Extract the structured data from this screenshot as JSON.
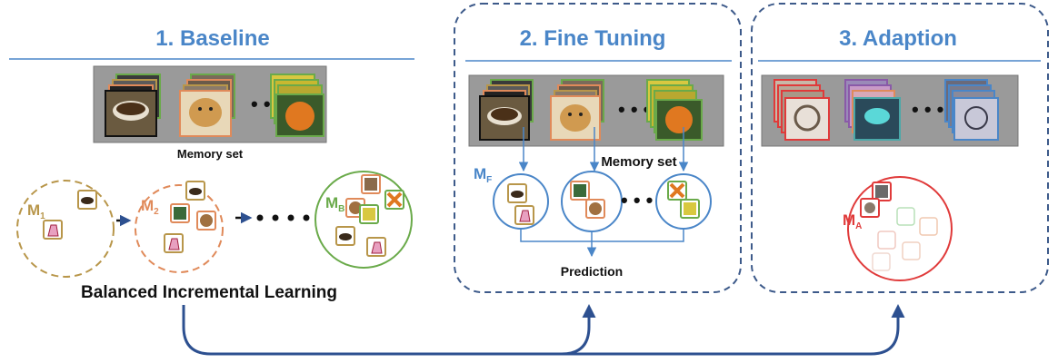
{
  "sections": [
    {
      "title": "1. Baseline"
    },
    {
      "title": "2. Fine Tuning"
    },
    {
      "title": "3. Adaption"
    }
  ],
  "labels": {
    "memory_set_1": "Memory set",
    "memory_set_2": "Memory set",
    "prediction": "Prediction",
    "balanced": "Balanced Incremental Learning",
    "dots": "• • •"
  },
  "memories": {
    "m1": {
      "main": "M",
      "sub": "1"
    },
    "m2": {
      "main": "M",
      "sub": "2"
    },
    "mb": {
      "main": "M",
      "sub": "B"
    },
    "mf": {
      "main": "M",
      "sub": "F"
    },
    "ma": {
      "main": "M",
      "sub": "A"
    }
  },
  "colors": {
    "title_blue": "#4a86c8",
    "dash_blue": "#3d5a8a",
    "m1": "#b8964a",
    "m2": "#e08a5a",
    "mb": "#6aaa4a",
    "mf": "#4a86c8",
    "ma": "#e03a3a"
  }
}
